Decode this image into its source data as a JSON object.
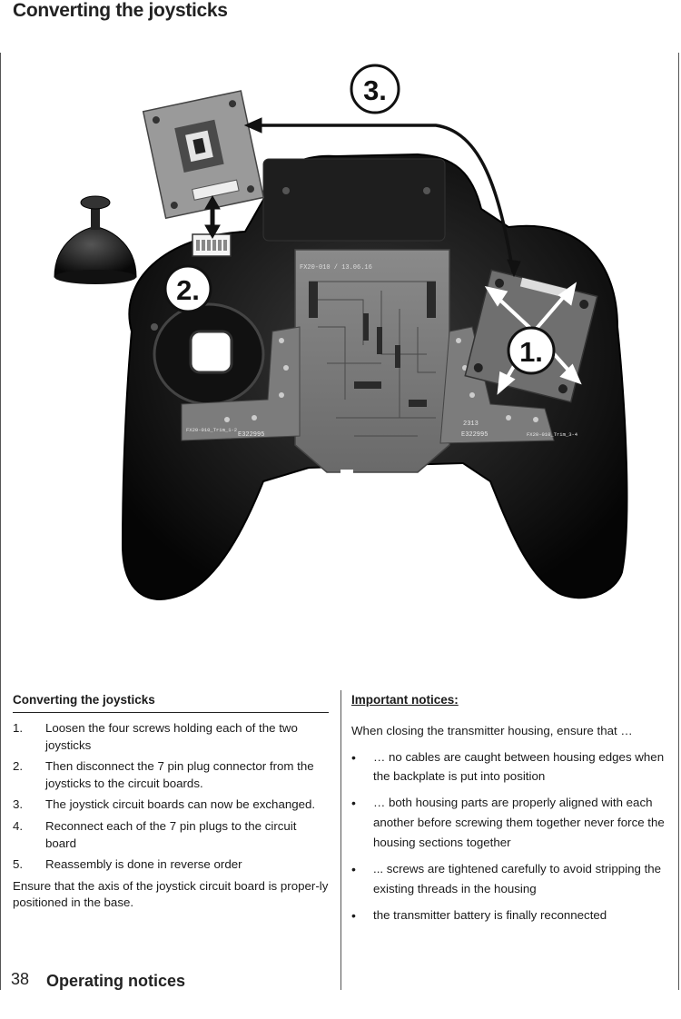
{
  "header": {
    "title": "Converting the joysticks"
  },
  "figure": {
    "callouts": [
      "1.",
      "2.",
      "3."
    ],
    "board_labels": {
      "center": "FX20-010 / 13.06.16",
      "left_strip": "FX20-010_Trim_1-2",
      "right_strip": "FX20-010_Trim_3-4",
      "serial": "E322995",
      "date_code": "2313"
    }
  },
  "left_column": {
    "heading": "Converting the joysticks",
    "steps": [
      {
        "num": "1.",
        "text": "Loosen the four screws holding each of the two joysticks"
      },
      {
        "num": "2.",
        "text": "Then disconnect the 7 pin plug connector from the joysticks to the circuit boards."
      },
      {
        "num": "3.",
        "text": "The joystick circuit boards can now be exchanged."
      },
      {
        "num": "4.",
        "text": "Reconnect each of the 7 pin plugs to the circuit board"
      },
      {
        "num": "5.",
        "text": "Reassembly is done in reverse order"
      }
    ],
    "paragraph": "Ensure that the axis of the joystick circuit board is proper-ly positioned in the base."
  },
  "right_column": {
    "heading": "Important notices:",
    "intro": "When closing the transmitter housing, ensure that …",
    "bullets": [
      "… no cables are caught between housing edges when the backplate is put into position",
      "… both housing parts are properly aligned with each another before screwing them together never force the housing sections together",
      "... screws are tightened carefully to avoid stripping the existing threads in the housing",
      "the transmitter battery is finally reconnected"
    ],
    "bullet_symbol": "•"
  },
  "footer": {
    "page_number": "38",
    "section": "Operating notices"
  }
}
